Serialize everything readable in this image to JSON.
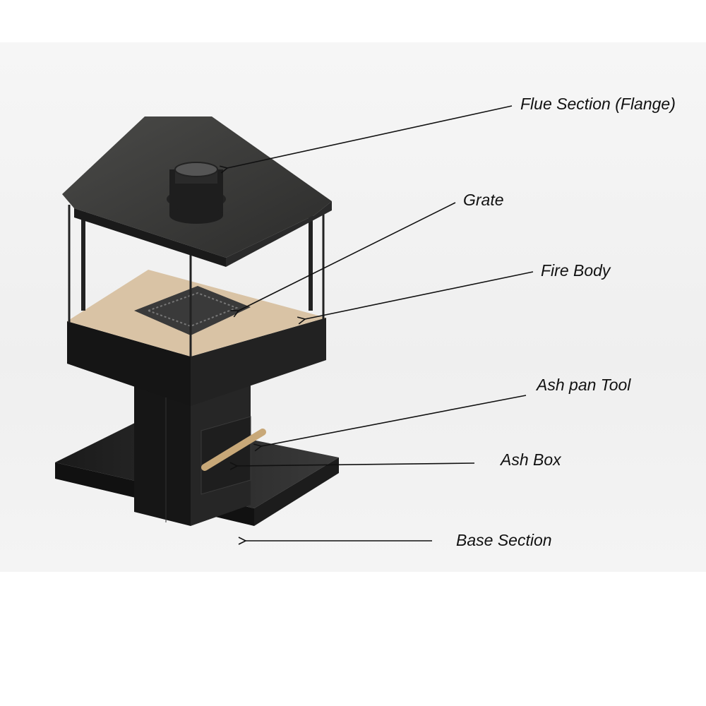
{
  "labels": {
    "flue": "Flue Section (Flange)",
    "grate": "Grate",
    "fire_body": "Fire Body",
    "ash_pan_tool": "Ash pan Tool",
    "ash_box": "Ash Box",
    "base": "Base Section"
  },
  "colors": {
    "steel": "#2b2b2b",
    "firebrick": "#d9c3a5",
    "brass": "#c8a878"
  }
}
